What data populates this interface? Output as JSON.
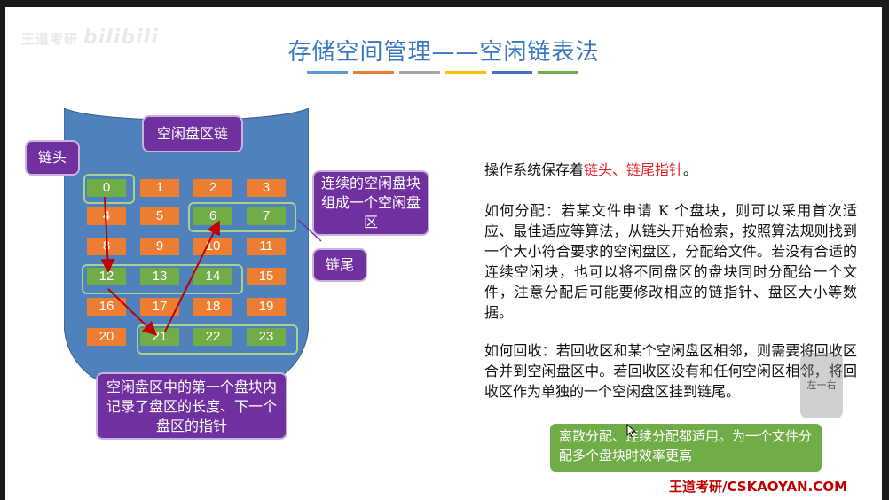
{
  "watermark": {
    "text": "王道考研",
    "brand": "bilibili"
  },
  "title": "存储空间管理——空闲链表法",
  "title_bars": [
    "#5b9bd5",
    "#ed7d31",
    "#a5a5a5",
    "#ffc000",
    "#4472c4",
    "#70ad47"
  ],
  "diagram": {
    "callout_top": "空闲盘区链",
    "callout_head": "链头",
    "callout_group": "连续的空闲盘块组成一个空闲盘区",
    "callout_tail": "链尾",
    "callout_bottom": "空闲盘区中的第一个盘块内记录了盘区的长度、下一个盘区的指针",
    "cells": [
      "0",
      "1",
      "2",
      "3",
      "4",
      "5",
      "6",
      "7",
      "8",
      "9",
      "10",
      "11",
      "12",
      "13",
      "14",
      "15",
      "16",
      "17",
      "18",
      "19",
      "20",
      "21",
      "22",
      "23"
    ],
    "free_cells": [
      0,
      6,
      7,
      12,
      13,
      14,
      21,
      22,
      23
    ],
    "colors": {
      "cylinder": "#4f81bd",
      "busy": "#ed7d31",
      "free": "#70ad47",
      "callout": "#7030a0",
      "arrow": "#c00000"
    }
  },
  "text": {
    "p1_a": "操作系统保存着",
    "p1_b": "链头、链尾指针",
    "p1_c": "。",
    "p2": "如何分配：若某文件申请 K 个盘块，则可以采用首次适应、最佳适应等算法，从链头开始检索，按照算法规则找到一个大小符合要求的空闲盘区，分配给文件。若没有合适的连续空闲块，也可以将不同盘区的盘块同时分配给一个文件，注意分配后可能要修改相应的链指针、盘区大小等数据。",
    "p3": "如何回收：若回收区和某个空闲盘区相邻，则需要将回收区合并到空闲盘区中。若回收区没有和任何空闲区相邻，将回收区作为单独的一个空闲盘区挂到链尾。"
  },
  "note": "离散分配、连续分配都适用。为一个文件分配多个盘块时效率更高",
  "footer": "王道考研/CSKAOYAN.COM",
  "overlay_button": "左一右"
}
